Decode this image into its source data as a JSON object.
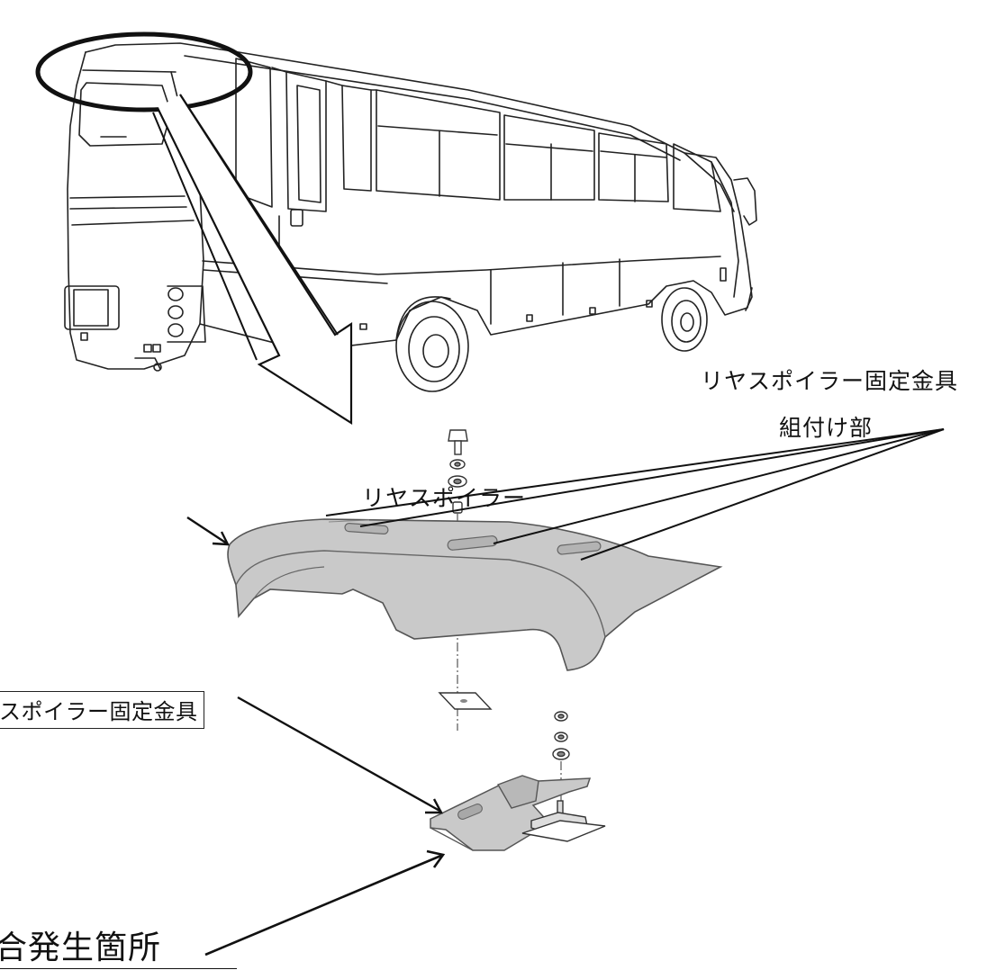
{
  "labels": {
    "bracket_mount_line1": "リヤスポイラー固定金具",
    "bracket_mount_line2": "組付け部",
    "rear_spoiler": "リヤスポイラー",
    "bracket": "スポイラー固定金具",
    "defect_location": "合発生箇所"
  },
  "colors": {
    "line": "#111111",
    "part_fill": "#c9c9c9",
    "part_edge": "#555555"
  }
}
